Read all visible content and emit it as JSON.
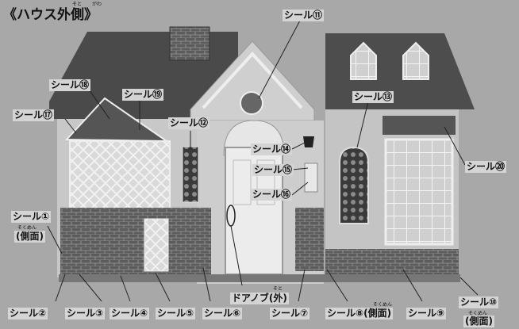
{
  "title": "《ハウス外側》",
  "title_ruby": {
    "soto": "そと",
    "gawa": "がわ"
  },
  "labels": {
    "s1": "シール①",
    "s1_sub": "(側面)",
    "s2": "シール②",
    "s3": "シール③",
    "s4": "シール④",
    "s5": "シール⑤",
    "s6": "シール⑥",
    "s7": "シール⑦",
    "s8": "シール⑧(側面)",
    "s9": "シール⑨",
    "s10": "シール⑩",
    "s10_sub": "(側面)",
    "s11": "シール⑪",
    "s12": "シール⑫",
    "s13": "シール⑬",
    "s14": "シール⑭",
    "s15": "シール⑮",
    "s16": "シール⑯",
    "s17": "シール⑰",
    "s18": "シール⑱",
    "s19": "シール⑲",
    "s20": "シール⑳",
    "doorknob": "ドアノブ(外)"
  },
  "ruby": {
    "sokumen": "そくめん",
    "soto": "そと"
  }
}
